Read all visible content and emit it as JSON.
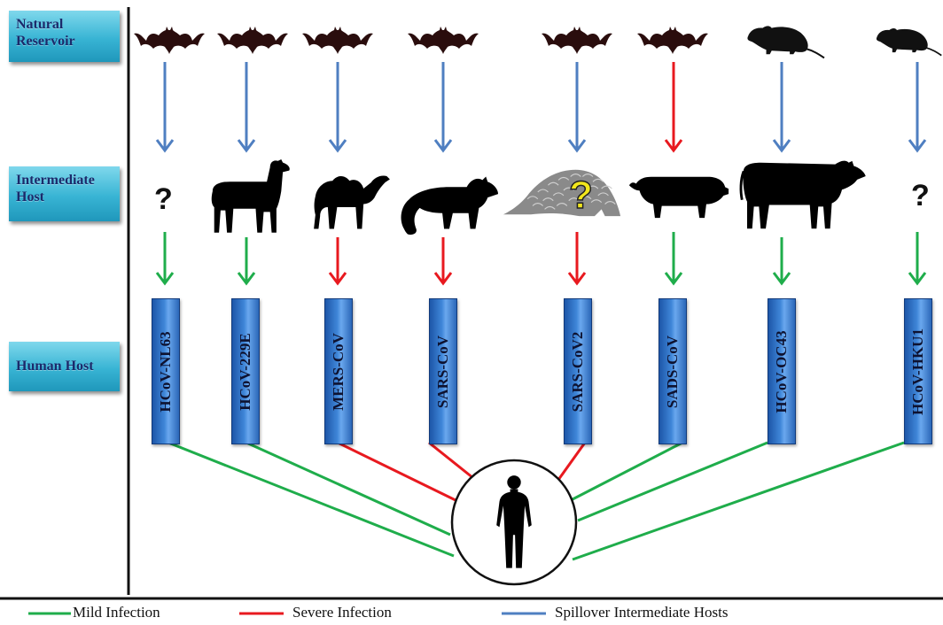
{
  "rows": {
    "natural_reservoir": "Natural Reservoir",
    "intermediate_host": "Intermediate Host",
    "human_host": "Human Host"
  },
  "viruses": [
    {
      "label": "HCoV-NL63",
      "reservoir": "bat",
      "intermediate": "unknown",
      "spillover": "blue",
      "infection": "mild"
    },
    {
      "label": "HCoV-229E",
      "reservoir": "bat",
      "intermediate": "alpaca",
      "spillover": "blue",
      "infection": "mild"
    },
    {
      "label": "MERS-CoV",
      "reservoir": "bat",
      "intermediate": "camel",
      "spillover": "blue",
      "infection": "severe"
    },
    {
      "label": "SARS-CoV",
      "reservoir": "bat",
      "intermediate": "civet",
      "spillover": "blue",
      "infection": "severe"
    },
    {
      "label": "SARS-CoV2",
      "reservoir": "bat",
      "intermediate": "pangolin (?)",
      "spillover": "blue",
      "infection": "severe"
    },
    {
      "label": "SADS-CoV",
      "reservoir": "bat",
      "intermediate": "pig",
      "spillover": "red",
      "infection": "mild"
    },
    {
      "label": "HCoV-OC43",
      "reservoir": "rodent",
      "intermediate": "cattle",
      "spillover": "blue",
      "infection": "mild"
    },
    {
      "label": "HCoV-HKU1",
      "reservoir": "rodent",
      "intermediate": "unknown",
      "spillover": "blue",
      "infection": "mild"
    }
  ],
  "question_mark": "?",
  "legend": {
    "mild": "Mild Infection",
    "severe": "Severe Infection",
    "spillover": "Spillover Intermediate Hosts"
  },
  "colors": {
    "mild": "#1fad4b",
    "severe": "#e8191f",
    "spillover": "#4f7fc1",
    "virus_box": "#3a7bd0",
    "row_label": "#38b4d4"
  },
  "icons": {
    "bat": "bat-icon",
    "rat": "rat-icon",
    "alpaca": "alpaca-icon",
    "camel": "camel-icon",
    "civet": "civet-icon",
    "pangolin": "pangolin-icon",
    "pig": "pig-icon",
    "cow": "cow-icon",
    "human": "human-icon"
  }
}
